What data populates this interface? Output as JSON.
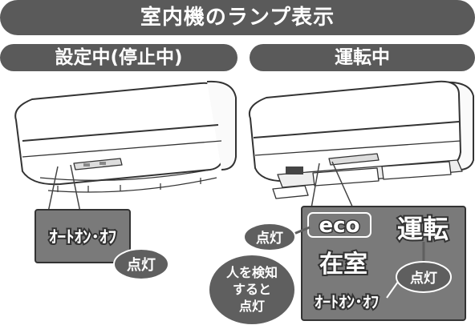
{
  "title": "室内機のランプ表示",
  "sections": {
    "stopped": {
      "heading": "設定中(停止中)",
      "panel_label": "ｵｰﾄｵﾝ･ｵﾌ",
      "callout": "点灯"
    },
    "running": {
      "heading": "運転中",
      "eco_label": "eco",
      "eco_callout": "点灯",
      "unten_label": "運転",
      "unten_callout": "点灯",
      "zaishitsu_label": "在室",
      "zaishitsu_callout": [
        "人を検知",
        "すると",
        "点灯"
      ],
      "auto_label": "ｵｰﾄｵﾝ･ｵﾌ"
    }
  },
  "colors": {
    "header_bg": "#5a5a5a",
    "panel_bg": "#7a7a7a",
    "callout_bg": "#5f5f5f",
    "lamp_text": "#ffffff"
  }
}
